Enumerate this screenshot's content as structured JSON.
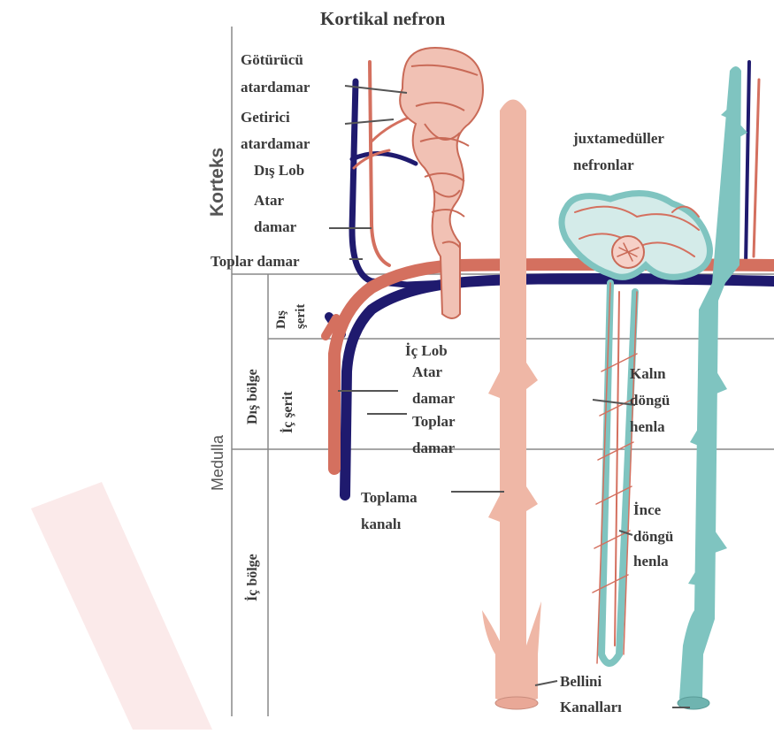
{
  "title": "Kortikal nefron",
  "zones": {
    "cortex": "Korteks",
    "medulla": "Medulla",
    "outer_zone": "Dış bölge",
    "inner_zone": "İç bölge",
    "outer_stripe_1": "Dış",
    "outer_stripe_2": "şerit",
    "inner_stripe": "İç şerit"
  },
  "labels": {
    "efferent_1": "Götürücü",
    "efferent_2": "atardamar",
    "afferent_1": "Getirici",
    "afferent_2": "atardamar",
    "outer_lobe": "Dış Lob",
    "artery_1": "Atar",
    "artery_2": "damar",
    "vein": "Toplar damar",
    "juxta_1": "juxtamedüller",
    "juxta_2": "nefronlar",
    "inner_lobe": "İç Lob",
    "inner_artery_1": "Atar",
    "inner_artery_2": "damar",
    "inner_vein_1": "Toplar",
    "inner_vein_2": "damar",
    "thick_1": "Kalın",
    "thick_2": "döngü",
    "thick_3": "henla",
    "collecting_1": "Toplama",
    "collecting_2": "kanalı",
    "thin_1": "İnce",
    "thin_2": "döngü",
    "thin_3": "henla",
    "bellini_1": "Bellini",
    "bellini_2": "Kanalları"
  },
  "colors": {
    "artery": "#d4705f",
    "vein": "#1f1a6e",
    "collecting_duct": "#efb7a6",
    "tubule_teal": "#7fc4c0",
    "line": "#888888",
    "watermark": "#fbeaea"
  }
}
